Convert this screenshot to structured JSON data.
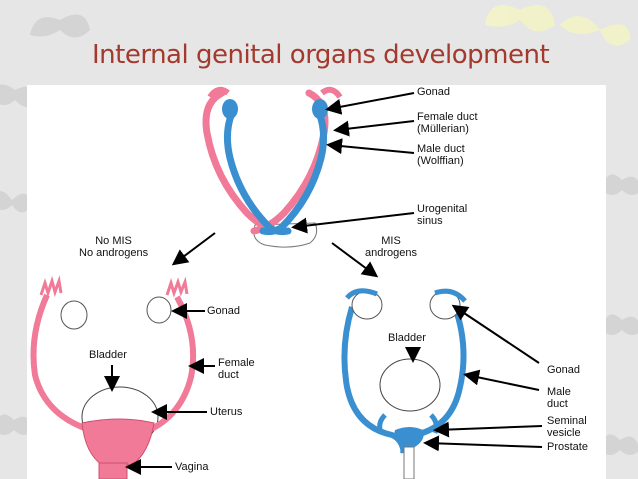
{
  "slide": {
    "title": "Internal genital organs development"
  },
  "colors": {
    "female": "#f07a97",
    "male": "#3a8fd0",
    "title": "#a33a2e",
    "background": "#e6e6e6"
  },
  "labels": {
    "top_gonad": "Gonad",
    "female_duct": "Female duct\n(Müllerian)",
    "male_duct": "Male duct\n(Wolffian)",
    "urogenital_sinus": "Urogenital\nsinus",
    "no_mis": "No MIS\nNo androgens",
    "mis": "MIS\nandrogens",
    "left_gonad": "Gonad",
    "left_bladder": "Bladder",
    "left_female_duct": "Female\nduct",
    "uterus": "Uterus",
    "vagina": "Vagina",
    "right_bladder": "Bladder",
    "right_gonad": "Gonad",
    "right_male_duct": "Male\nduct",
    "seminal_vesicle": "Seminal\nvesicle",
    "prostate": "Prostate"
  }
}
